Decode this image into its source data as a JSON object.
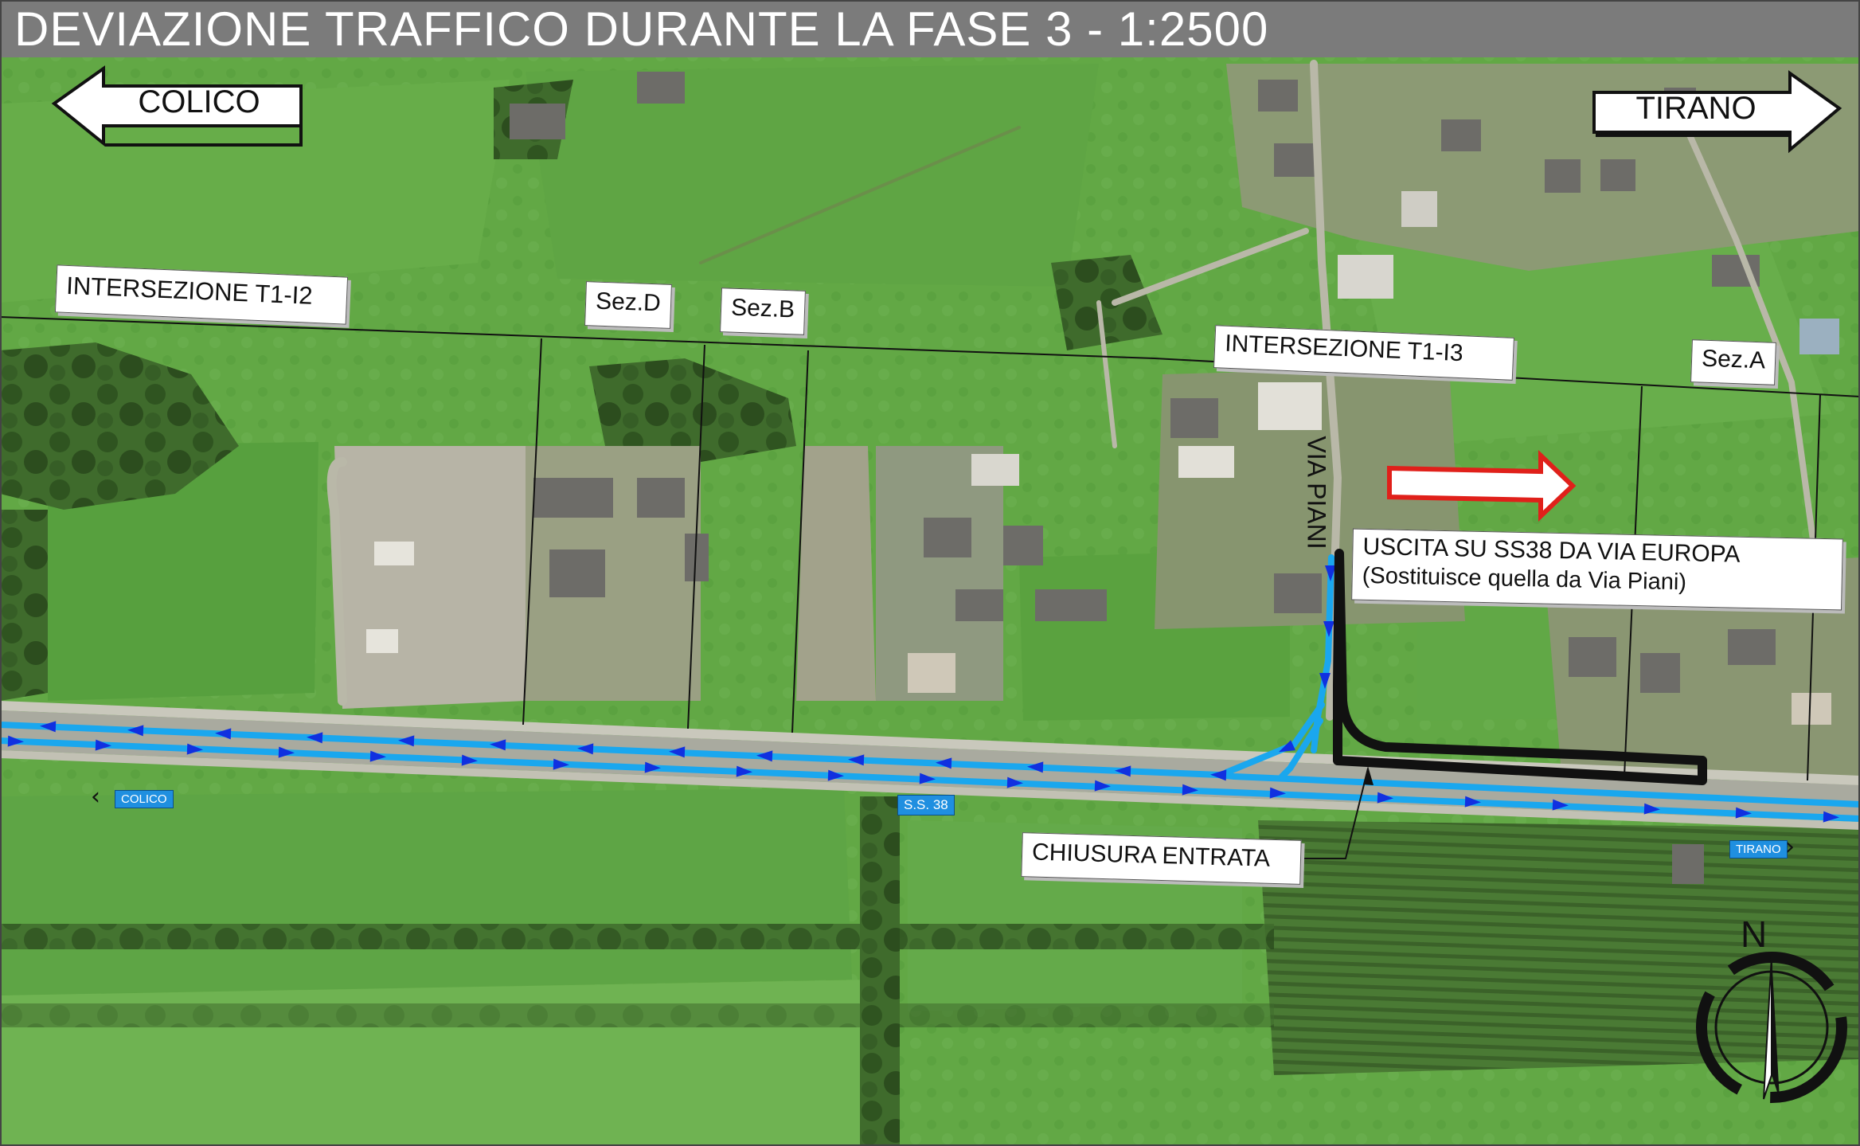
{
  "title": "DEVIAZIONE TRAFFICO DURANTE LA FASE 3 - 1:2500",
  "directions": {
    "west": "COLICO",
    "east": "TIRANO"
  },
  "labels": {
    "intersezione_t1_i2": "INTERSEZIONE T1-I2",
    "intersezione_t1_i3": "INTERSEZIONE T1-I3",
    "sez_d": "Sez.D",
    "sez_b": "Sez.B",
    "sez_a": "Sez.A",
    "via_piani": "VIA PIANI",
    "uscita_line1": "USCITA SU SS38 DA VIA EUROPA",
    "uscita_line2": "(Sostituisce quella da Via Piani)",
    "chiusura": "CHIUSURA ENTRATA"
  },
  "road_signs": {
    "colico": "COLICO",
    "ss38": "S.S. 38",
    "tirano": "TIRANO"
  },
  "compass": {
    "north": "N"
  },
  "colors": {
    "traffic_line": "#1aa7ee",
    "traffic_arrow": "#1030e0",
    "closure": "#111111",
    "detour_arrow": "#e0201a",
    "field": "#5a9a3c",
    "title_bar": "#7b7b7b"
  }
}
